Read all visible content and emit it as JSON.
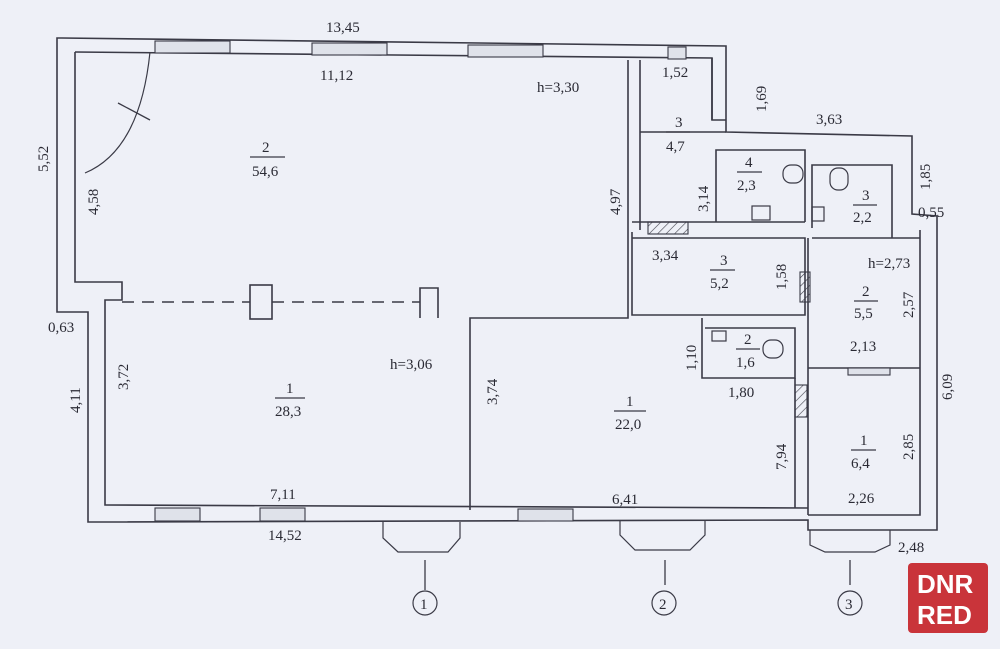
{
  "plan": {
    "overall_dims": {
      "top_outer": "13,45",
      "top_inner": "11,12",
      "left_outer": "5,52",
      "left_inner": "4,58",
      "step": "0,63",
      "left_lower_outer": "4,11",
      "left_lower_inner": "3,72",
      "bottom_inner": "7,11",
      "bottom_outer": "14,52"
    },
    "heights": {
      "h1": "h=3,30",
      "h2": "h=3,06",
      "h3": "h=2,73"
    },
    "rooms": [
      {
        "num": "2",
        "area": "54,6"
      },
      {
        "num": "1",
        "area": "28,3"
      },
      {
        "num": "3",
        "area": "4,7"
      },
      {
        "num": "4",
        "area": "2,3"
      },
      {
        "num": "3",
        "area": "2,2"
      },
      {
        "num": "3",
        "area": "5,2"
      },
      {
        "num": "2",
        "area": "5,5"
      },
      {
        "num": "2",
        "area": "1,6"
      },
      {
        "num": "1",
        "area": "22,0"
      },
      {
        "num": "1",
        "area": "6,4"
      }
    ],
    "dims": [
      "1,52",
      "1,69",
      "3,63",
      "1,85",
      "0,55",
      "4,97",
      "3,14",
      "3,34",
      "1,58",
      "2,57",
      "2,13",
      "1,10",
      "1,80",
      "6,09",
      "3,74",
      "7,94",
      "2,85",
      "6,41",
      "2,26",
      "2,48"
    ],
    "entrances": [
      "1",
      "2",
      "3"
    ]
  },
  "watermark": {
    "line1": "DNR",
    "line2": "RED"
  }
}
